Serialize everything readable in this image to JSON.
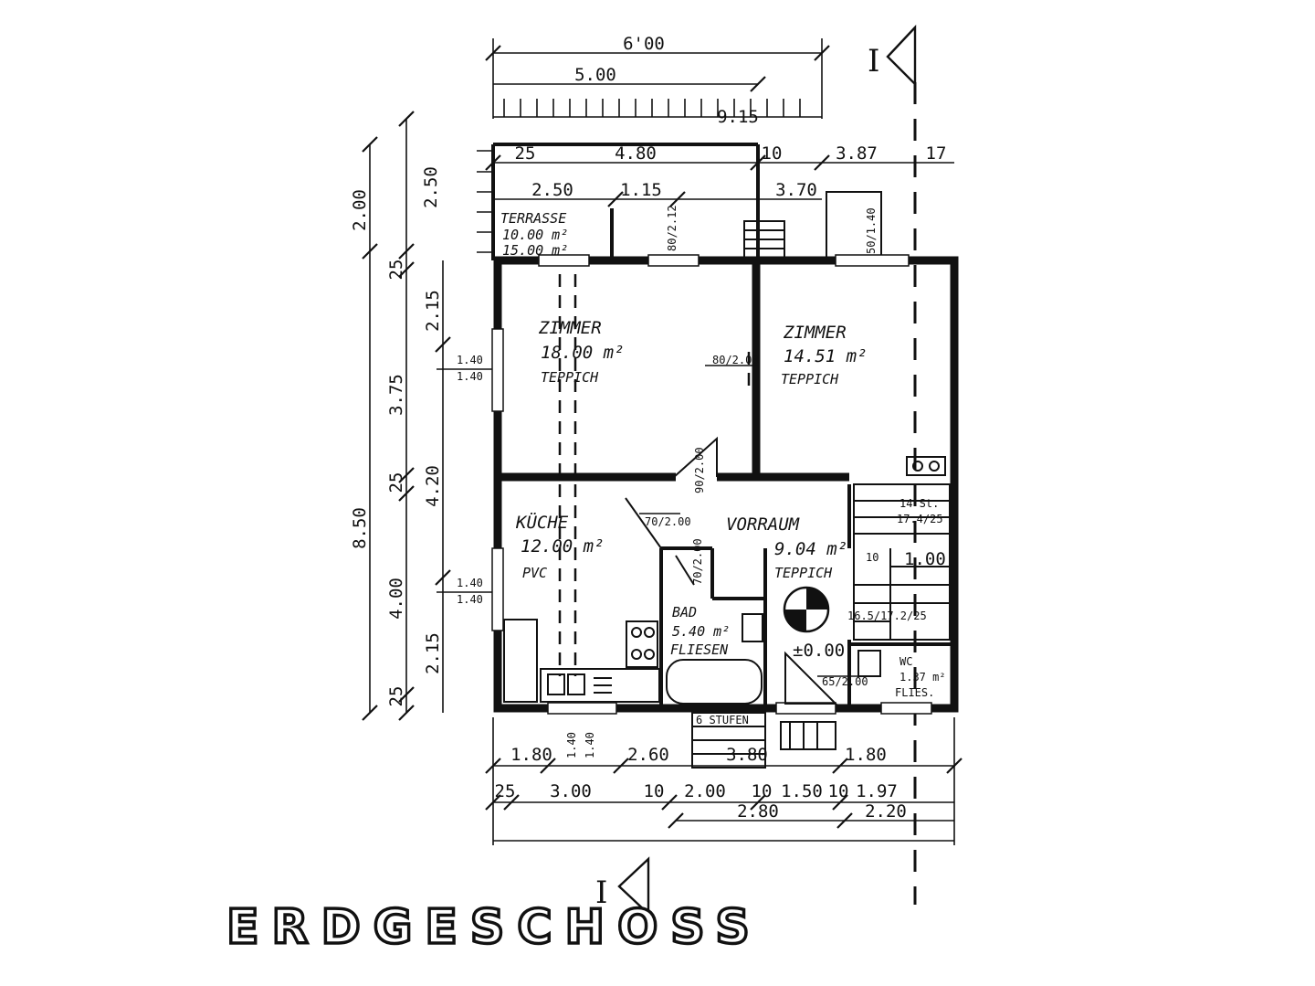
{
  "title": "ERDGESCHOSS",
  "section_marker": "I",
  "rooms": {
    "terrasse": {
      "name": "TERRASSE",
      "area_1": "10.00 m²",
      "area_2": "15.00 m²"
    },
    "zimmer_1": {
      "name": "ZIMMER",
      "area": "18.00 m²",
      "floor": "TEPPICH"
    },
    "zimmer_2": {
      "name": "ZIMMER",
      "area": "14.51 m²",
      "floor": "TEPPICH"
    },
    "kueche": {
      "name": "KÜCHE",
      "area": "12.00 m²",
      "floor": "PVC"
    },
    "vorraum": {
      "name": "VORRAUM",
      "area": "9.04 m²",
      "floor": "TEPPICH"
    },
    "bad": {
      "name": "BAD",
      "area": "5.40 m²",
      "floor": "FLIESEN"
    },
    "wc": {
      "name": "WC",
      "area": "1.37 m²",
      "floor": "FLIES."
    }
  },
  "level": "±0.00",
  "stairs": {
    "steps": "14 St.",
    "rise": "17.4/25",
    "rise_2": "16.5/17.2/25",
    "landing": "1.00",
    "gap": "10"
  },
  "dims_top": {
    "overall_1": "6'00",
    "overall_2": "5.00",
    "overall_3": "9.15",
    "row_1": [
      "25",
      "4.80",
      "10",
      "3.87",
      "17"
    ],
    "row_2": [
      "2.50",
      "1.15",
      "3.70"
    ]
  },
  "dims_left": {
    "outer": [
      "2.00",
      "8.50"
    ],
    "middle": [
      "2.50",
      "25",
      "3.75",
      "25",
      "4.00",
      "25"
    ],
    "inner": [
      "2.15",
      "4.20",
      "2.15"
    ],
    "window_1": [
      "1.40",
      "1.40"
    ],
    "window_2": [
      "1.40",
      "1.40"
    ]
  },
  "dims_bottom": {
    "row_1": [
      "1.80",
      "1.40",
      "2.60",
      "1.40",
      "3.80",
      "1.80"
    ],
    "row_2": [
      "25",
      "3.00",
      "10",
      "2.00",
      "10",
      "1.50",
      "10",
      "1.97"
    ],
    "row_3": [
      "2.80",
      "2.20"
    ]
  },
  "openings": {
    "door_terrace": "80/2.12",
    "door_zimmer": "90/2.00",
    "door_zimmer_2": "80/2.00",
    "door_kueche": "70/2.00",
    "door_bad": "70/2.00",
    "door_wc": "65/2.00",
    "window_wc": "50/1.40",
    "stair_label": "6 STUFEN"
  }
}
